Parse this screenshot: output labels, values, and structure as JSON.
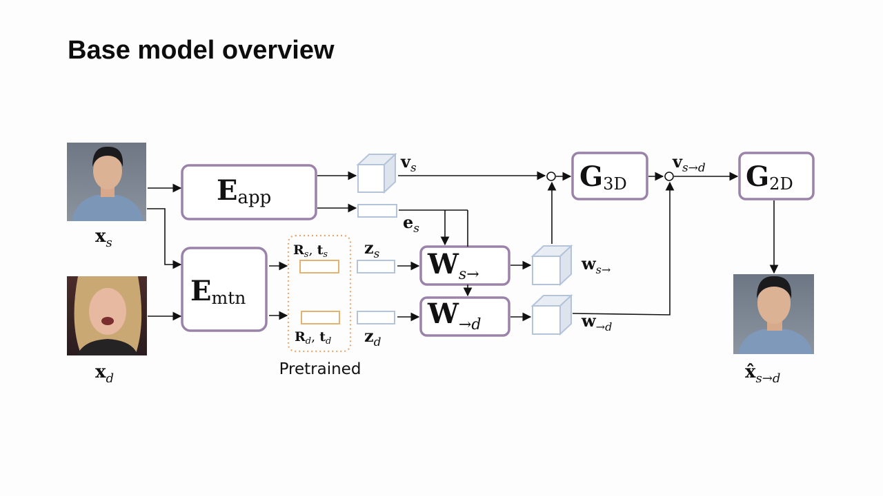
{
  "slide": {
    "title": "Base model overview"
  },
  "inputs": {
    "source": {
      "symbol": "x",
      "subscript": "s"
    },
    "driver": {
      "symbol": "x",
      "subscript": "d"
    }
  },
  "modules": {
    "eapp": {
      "symbol": "E",
      "subscript": "app"
    },
    "emtn": {
      "symbol": "E",
      "subscript": "mtn"
    },
    "ws": {
      "symbol": "W",
      "subscript": "s→"
    },
    "wd": {
      "symbol": "W",
      "subscript": "→d"
    },
    "g3d": {
      "symbol": "G",
      "subscript": "3D"
    },
    "g2d": {
      "symbol": "G",
      "subscript": "2D"
    }
  },
  "features": {
    "vs": {
      "symbol": "v",
      "subscript": "s"
    },
    "es": {
      "symbol": "e",
      "subscript": "s"
    },
    "zs": {
      "symbol": "z",
      "subscript": "s"
    },
    "zd": {
      "symbol": "z",
      "subscript": "d"
    },
    "rs": {
      "r": "R",
      "r_sub": "s",
      "sep": ", ",
      "t": "t",
      "t_sub": "s"
    },
    "rd": {
      "r": "R",
      "r_sub": "d",
      "sep": ", ",
      "t": "t",
      "t_sub": "d"
    },
    "wsf": {
      "symbol": "w",
      "subscript": "s→"
    },
    "wdf": {
      "symbol": "w",
      "subscript": "→d"
    },
    "vsd": {
      "symbol": "v",
      "subscript": "s→d"
    }
  },
  "pretrained": {
    "label": "Pretrained"
  },
  "output": {
    "symbol": "x̂",
    "subscript": "s→d"
  },
  "colors": {
    "module_border": "#9a82a8",
    "latent_border": "#b3c3d9",
    "pose_border": "#e5b26e",
    "pretrained_dots": "#e9a770"
  }
}
